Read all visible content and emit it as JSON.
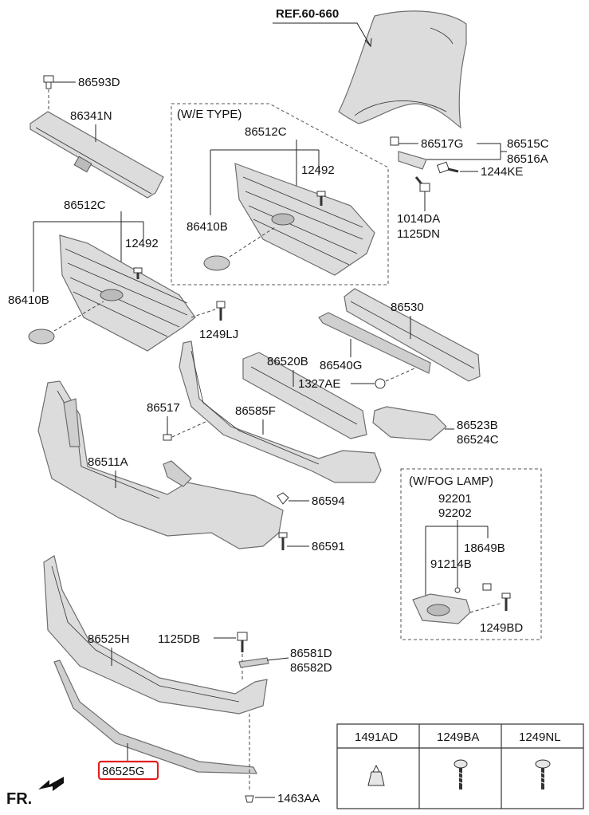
{
  "labels": {
    "ref": "REF.60-660",
    "p86593D": "86593D",
    "p86341N": "86341N",
    "we_type": "(W/E TYPE)",
    "p86512C_a": "86512C",
    "p12492_a": "12492",
    "p86410B_a": "86410B",
    "p86512C_b": "86512C",
    "p12492_b": "12492",
    "p86410B_b": "86410B",
    "p1249LJ": "1249LJ",
    "p86517G": "86517G",
    "p86515C": "86515C",
    "p86516A": "86516A",
    "p1244KE": "1244KE",
    "p1014DA": "1014DA",
    "p1125DN": "1125DN",
    "p86530": "86530",
    "p86520B": "86520B",
    "p86540G": "86540G",
    "p1327AE": "1327AE",
    "p86517": "86517",
    "p86585F": "86585F",
    "p86523B": "86523B",
    "p86524C": "86524C",
    "p86511A": "86511A",
    "p86594": "86594",
    "p86591": "86591",
    "fog_lamp": "(W/FOG LAMP)",
    "p92201": "92201",
    "p92202": "92202",
    "p18649B": "18649B",
    "p91214B": "91214B",
    "p1249BD": "1249BD",
    "p86525H": "86525H",
    "p1125DB": "1125DB",
    "p86581D": "86581D",
    "p86582D": "86582D",
    "p86525G": "86525G",
    "p1463AA": "1463AA",
    "fr": "FR."
  },
  "table": {
    "headers": [
      "1491AD",
      "1249BA",
      "1249NL"
    ]
  },
  "highlight_color": "#e02020"
}
